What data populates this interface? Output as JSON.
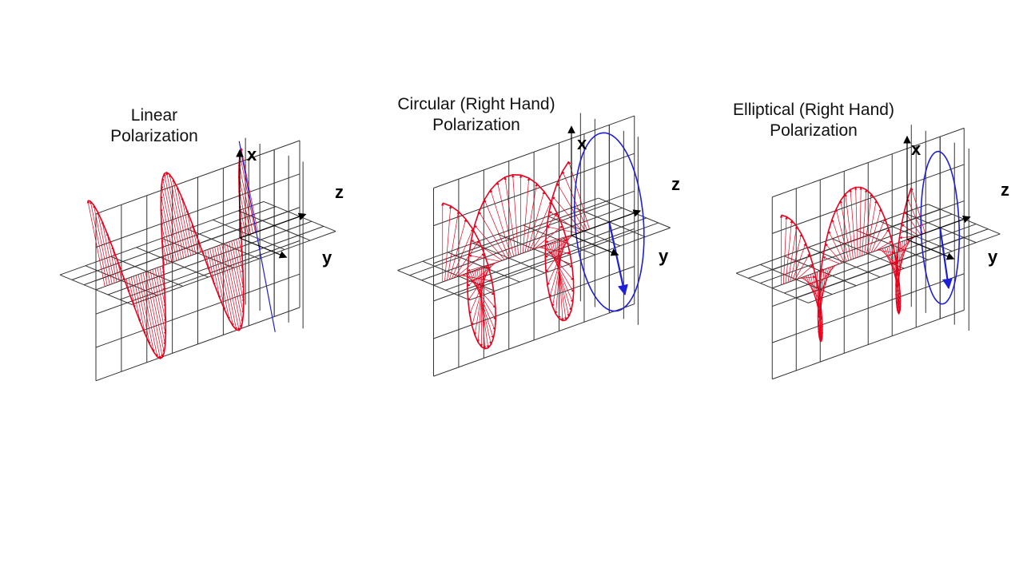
{
  "colors": {
    "field": "#e8001c",
    "projection": "#1f1fd6",
    "grid": "#333333",
    "axis": "#000000"
  },
  "panels": [
    {
      "title_lines": [
        "Linear",
        "Polarization"
      ],
      "axes": {
        "x": "x",
        "y": "y",
        "z": "z"
      },
      "type": "linear"
    },
    {
      "title_lines": [
        "Circular (Right Hand)",
        "Polarization"
      ],
      "axes": {
        "x": "x",
        "y": "y",
        "z": "z"
      },
      "type": "circular"
    },
    {
      "title_lines": [
        "Elliptical (Right Hand)",
        "Polarization"
      ],
      "axes": {
        "x": "x",
        "y": "y",
        "z": "z"
      },
      "type": "elliptical"
    }
  ]
}
